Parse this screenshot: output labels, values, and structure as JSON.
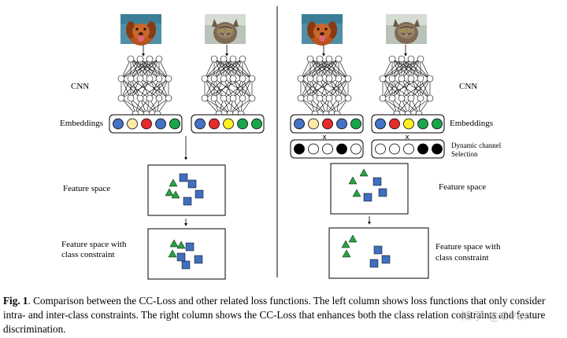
{
  "labels": {
    "cnn": "CNN",
    "embeddings": "Embeddings",
    "feature_space": "Feature space",
    "feature_space_constraint_line1": "Feature space with",
    "feature_space_constraint_line2": "class constraint",
    "dynamic_line1": "Dynamic channel",
    "dynamic_line2": "Selection",
    "times": "x"
  },
  "images": {
    "left": [
      "dog-photo",
      "cat-photo"
    ],
    "right": [
      "dog-photo",
      "cat-photo"
    ]
  },
  "colors": {
    "blue": "#4472c4",
    "yellow_light": "#fde9a8",
    "red": "#e52b2b",
    "green": "#1aa54a",
    "yellow": "#ffee22",
    "triangle_green": "#26a541",
    "square_blue": "#3f6fbf",
    "black": "#000000",
    "white": "#ffffff"
  },
  "embeddings": {
    "dog": [
      "blue",
      "yellow_light",
      "red",
      "blue",
      "green"
    ],
    "cat": [
      "blue",
      "red",
      "yellow",
      "green",
      "green"
    ]
  },
  "channel_selection": {
    "dog": [
      "black",
      "white",
      "white",
      "black",
      "white"
    ],
    "cat": [
      "white",
      "white",
      "white",
      "black",
      "black"
    ]
  },
  "caption": {
    "fig_label": "Fig. 1",
    "text": ". Comparison between the CC-Loss and other related loss functions.  The left column shows loss functions that only consider intra- and inter-class constraints. The right column shows the CC-Loss that enhances both the class relation constraints and feature discrimination."
  },
  "watermark": "知乎 @CVer"
}
